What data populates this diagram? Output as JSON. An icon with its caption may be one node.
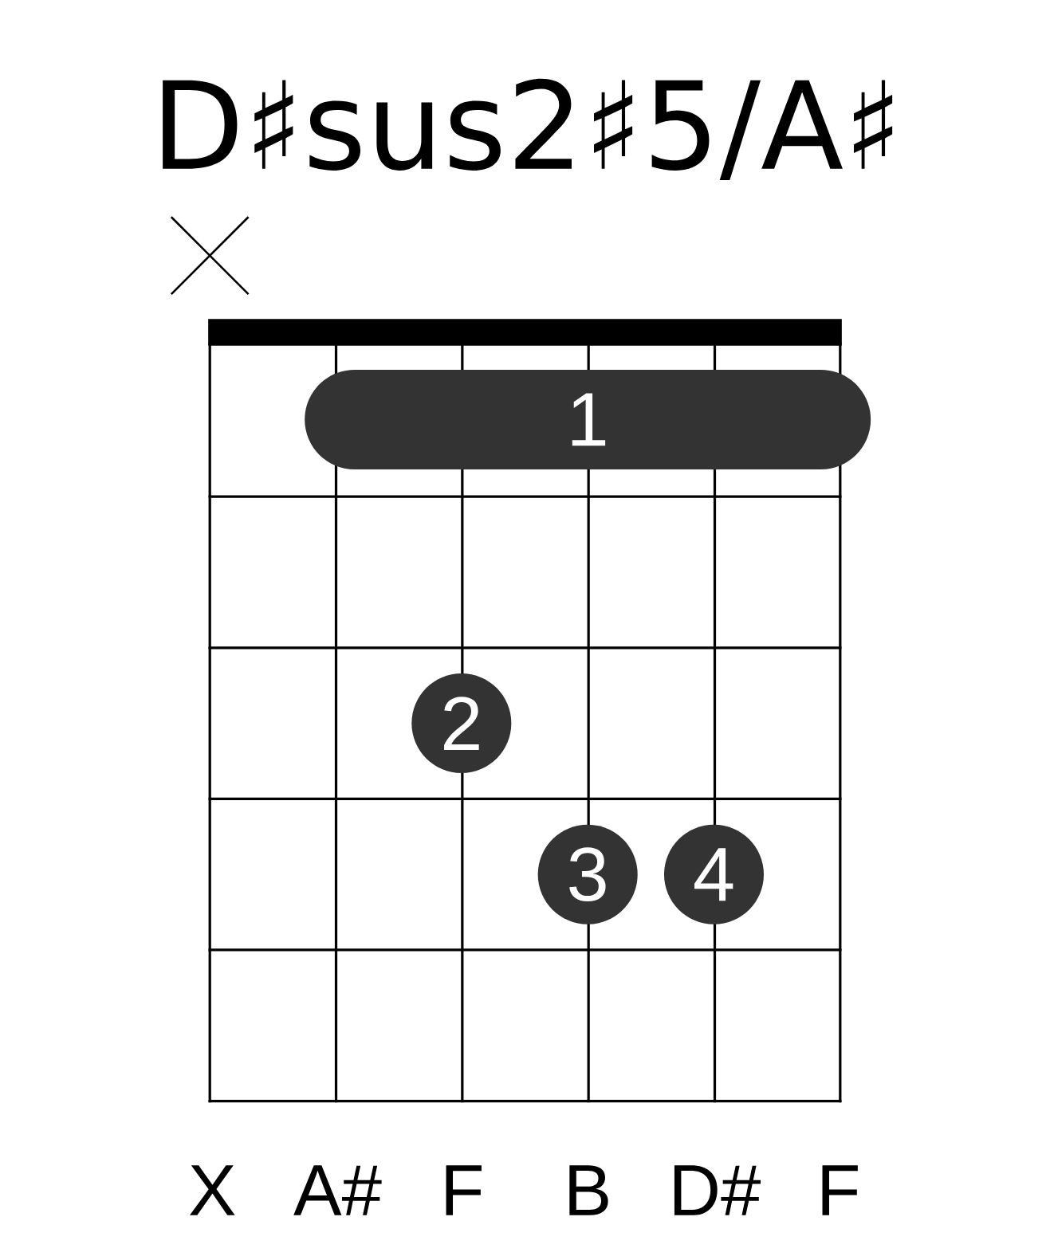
{
  "diagram": {
    "title": "D♯sus2♯5/A♯",
    "nodes": [
      {
        "text": [
          "1"
        ]
      },
      {
        "text": [
          "2"
        ]
      },
      {
        "text": [
          "3"
        ]
      },
      {
        "text": [
          "4"
        ]
      }
    ],
    "labels": [
      "X",
      "A#",
      "F",
      "B",
      "D#",
      "F"
    ]
  }
}
